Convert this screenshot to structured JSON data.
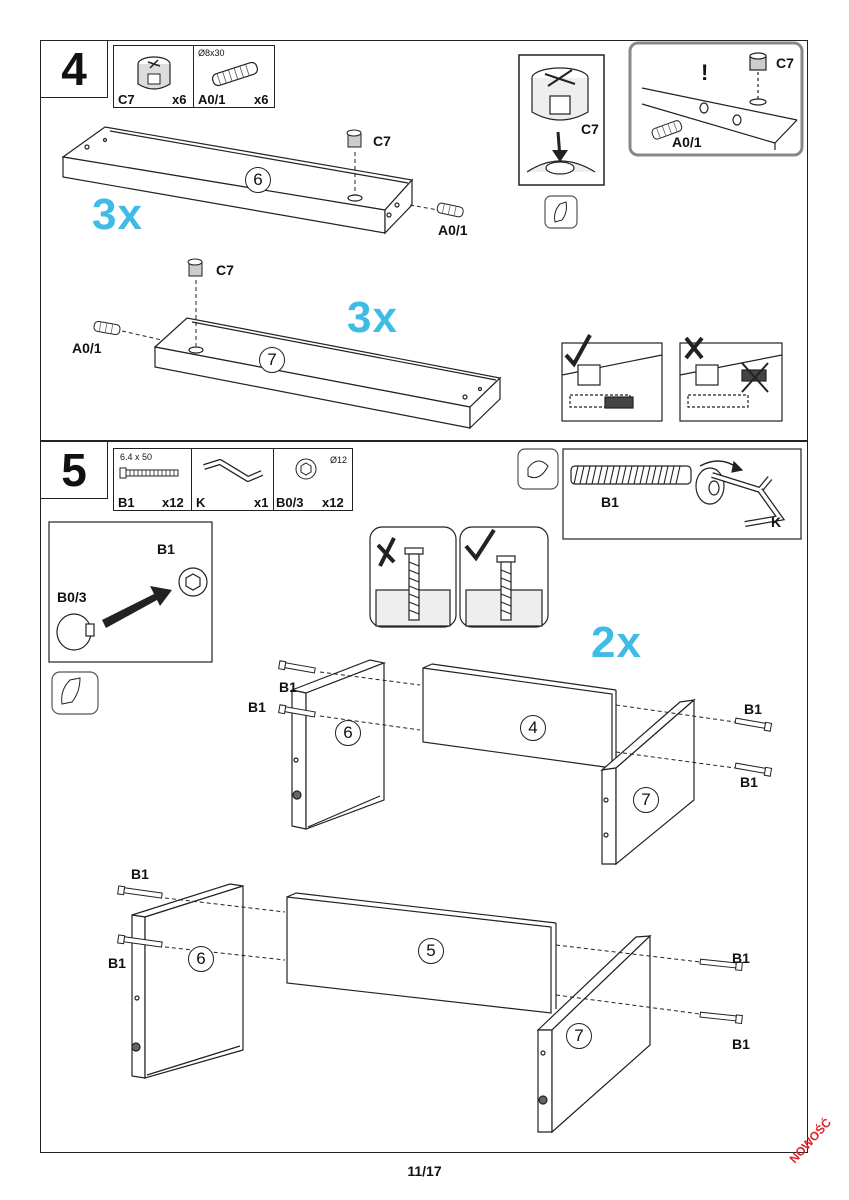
{
  "page": {
    "number": "11/17",
    "stamp": "NOWOŚĆ"
  },
  "step4": {
    "number": "4",
    "parts": [
      {
        "code": "C7",
        "qty": "x6",
        "dim": "",
        "icon": "cam-lock-icon"
      },
      {
        "code": "A0/1",
        "qty": "x6",
        "dim": "Ø8x30",
        "icon": "wooden-dowel-icon"
      }
    ],
    "multiplier_top": "3x",
    "multiplier_bottom": "3x",
    "labels": {
      "cam": "C7",
      "dowel": "A0/1",
      "warning": "!"
    },
    "panels": {
      "top": "6",
      "bottom": "7"
    }
  },
  "step5": {
    "number": "5",
    "parts": [
      {
        "code": "B1",
        "qty": "x12",
        "dim": "6.4 x 50",
        "icon": "confirmat-screw-icon"
      },
      {
        "code": "K",
        "qty": "x1",
        "dim": "",
        "icon": "hex-key-icon"
      },
      {
        "code": "B0/3",
        "qty": "x12",
        "dim": "Ø12",
        "icon": "cover-cap-icon"
      }
    ],
    "multiplier": "2x",
    "labels": {
      "screw": "B1",
      "key": "K",
      "cap": "B0/3"
    },
    "panels": {
      "side_left": "6",
      "front": "4",
      "side_right": "7",
      "back": "5"
    }
  }
}
